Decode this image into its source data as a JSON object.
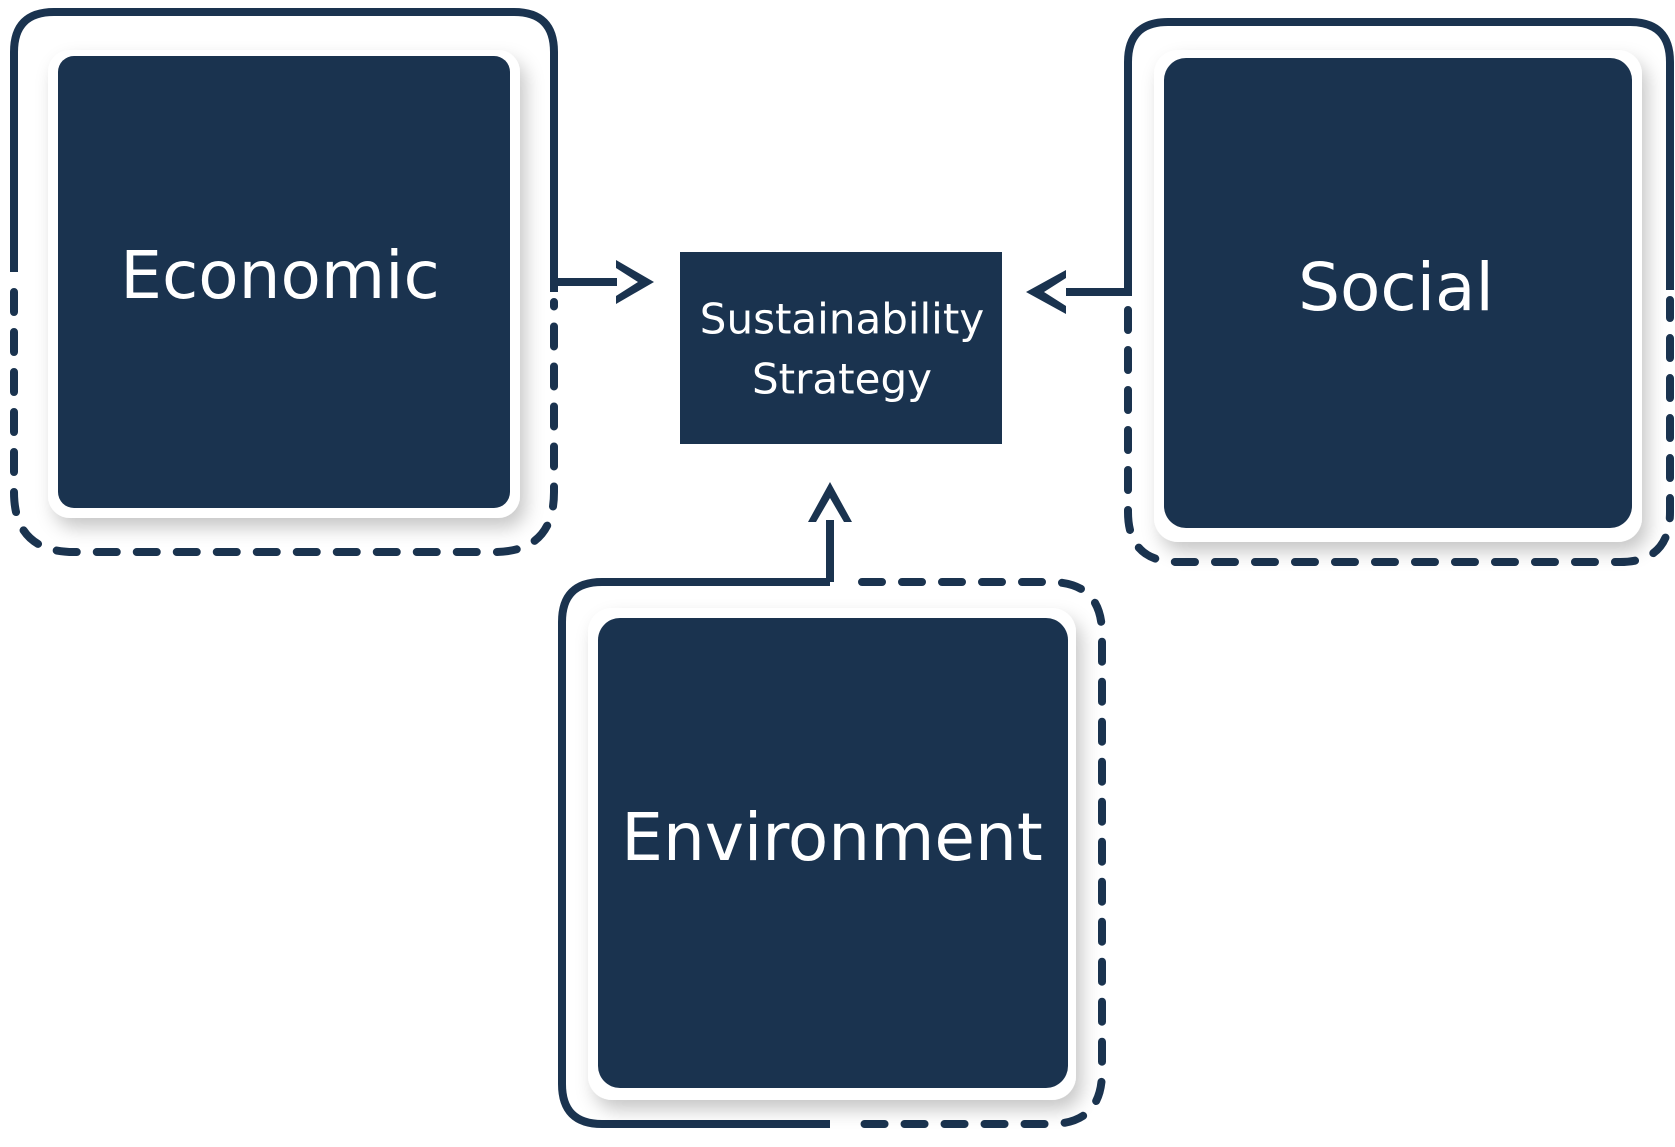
{
  "colors": {
    "navy": "#1a334f",
    "text": "#ffffff",
    "background": "#ffffff"
  },
  "center": {
    "label_line1": "Sustainability",
    "label_line2": "Strategy"
  },
  "pillars": {
    "economic": {
      "label": "Economic"
    },
    "social": {
      "label": "Social"
    },
    "environment": {
      "label": "Environment"
    }
  },
  "connectors": [
    {
      "from": "Economic",
      "to": "Sustainability Strategy"
    },
    {
      "from": "Social",
      "to": "Sustainability Strategy"
    },
    {
      "from": "Environment",
      "to": "Sustainability Strategy"
    }
  ]
}
